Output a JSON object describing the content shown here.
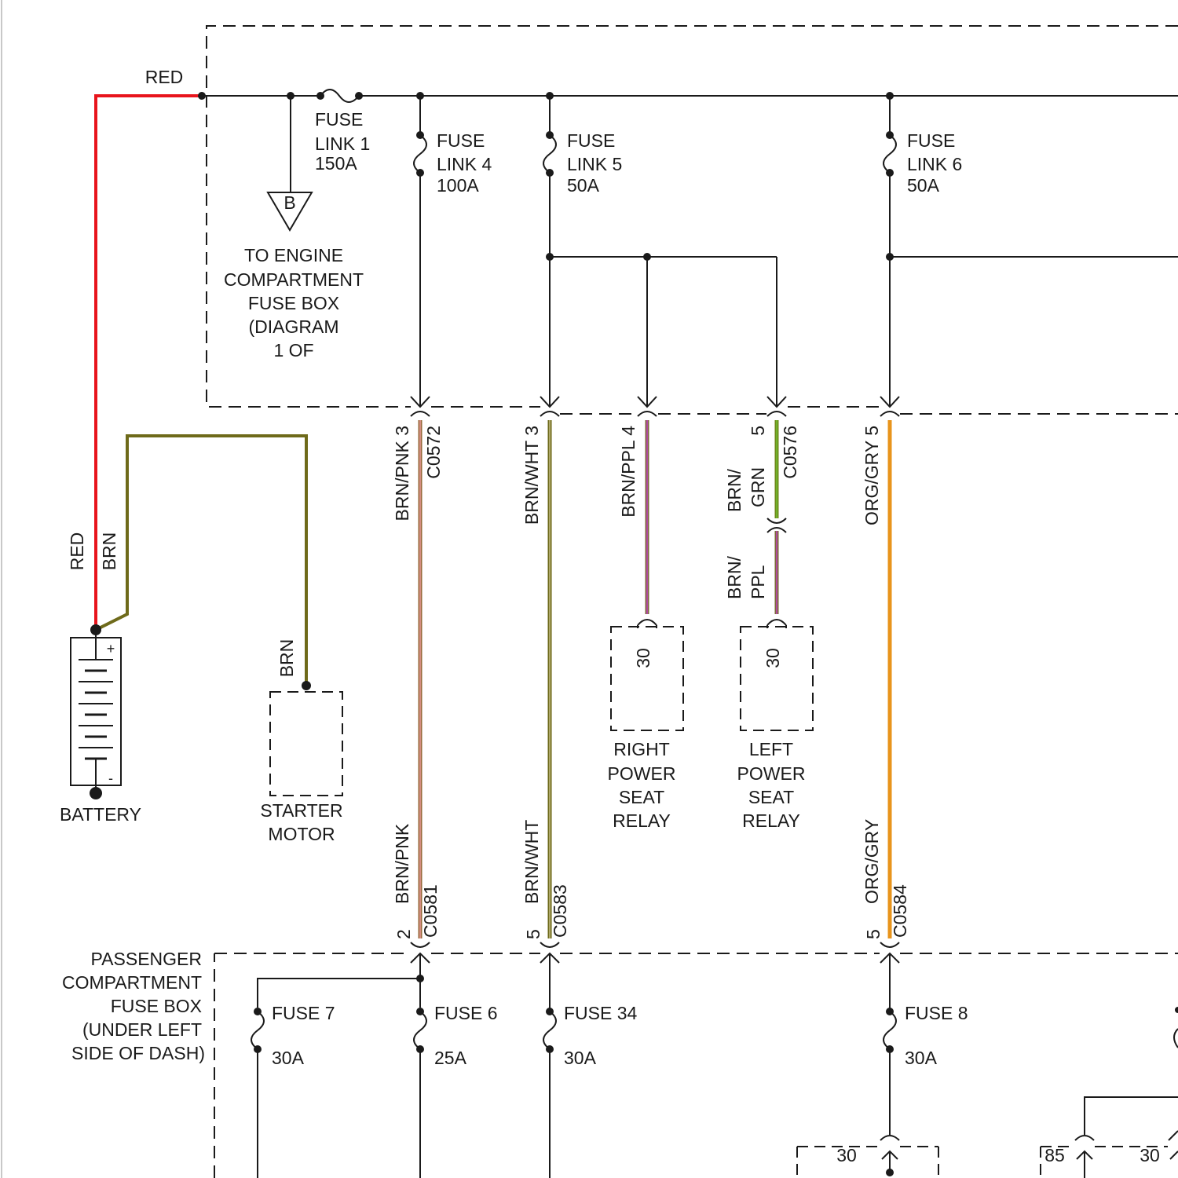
{
  "wire_colors": {
    "red": "#e8141c",
    "brn": "#6e6a1a",
    "brn_pnk": "#9a6a3c",
    "brn_pnk_stripe": "#e89a9a",
    "brn_wht": "#6e6a1a",
    "brn_ppl": "#7c6a3a",
    "brn_ppl_stripe": "#c040c0",
    "brn_grn": "#6e8a1a",
    "brn_grn_stripe": "#70c030",
    "org_gry": "#e8941c"
  },
  "labels": {
    "red_top": "RED",
    "red_side": "RED",
    "brn_side": "BRN",
    "brn_starter": "BRN",
    "battery": "BATTERY",
    "battery_plus": "+",
    "battery_minus": "-",
    "starter_l1": "STARTER",
    "starter_l2": "MOTOR",
    "ground_b": "B",
    "engine_box": [
      "TO ENGINE",
      "COMPARTMENT",
      "FUSE BOX",
      "(DIAGRAM",
      "1 OF"
    ],
    "fuse_link_1": [
      "FUSE",
      "LINK 1",
      "150A"
    ],
    "fuse_link_4": [
      "FUSE",
      "LINK 4",
      "100A"
    ],
    "fuse_link_5": [
      "FUSE",
      "LINK 5",
      "50A"
    ],
    "fuse_link_6": [
      "FUSE",
      "LINK 6",
      "50A"
    ],
    "c0572_wire": "BRN/PNK 3",
    "c0572": "C0572",
    "brn_wht_wire": "BRN/WHT 3",
    "brn_ppl_wire": "BRN/PPL 4",
    "c0576_pin": "5",
    "brn_grn_l1": "BRN/",
    "brn_grn_l2": "GRN",
    "c0576": "C0576",
    "brn_ppl_l1": "BRN/",
    "brn_ppl_l2": "PPL",
    "org_gry_wire": "ORG/GRY 5",
    "relay_pin_r": "30",
    "relay_pin_l": "30",
    "right_relay": [
      "RIGHT",
      "POWER",
      "SEAT",
      "RELAY"
    ],
    "left_relay": [
      "LEFT",
      "POWER",
      "SEAT",
      "RELAY"
    ],
    "brn_pnk_low": "BRN/PNK",
    "brn_wht_low": "BRN/WHT",
    "org_gry_low": "ORG/GRY",
    "c0581_pin": "2",
    "c0581": "C0581",
    "c0583_pin": "5",
    "c0583": "C0583",
    "c0584_pin": "5",
    "c0584": "C0584",
    "passenger_box": [
      "PASSENGER",
      "COMPARTMENT",
      "FUSE BOX",
      "(UNDER LEFT",
      "SIDE OF DASH)"
    ],
    "fuse_7": [
      "FUSE 7",
      "30A"
    ],
    "fuse_6": [
      "FUSE 6",
      "25A"
    ],
    "fuse_34": [
      "FUSE 34",
      "30A"
    ],
    "fuse_8": [
      "FUSE 8",
      "30A"
    ],
    "bottom_pin_30a": "30",
    "bottom_pin_85": "85",
    "bottom_pin_30b": "30"
  }
}
